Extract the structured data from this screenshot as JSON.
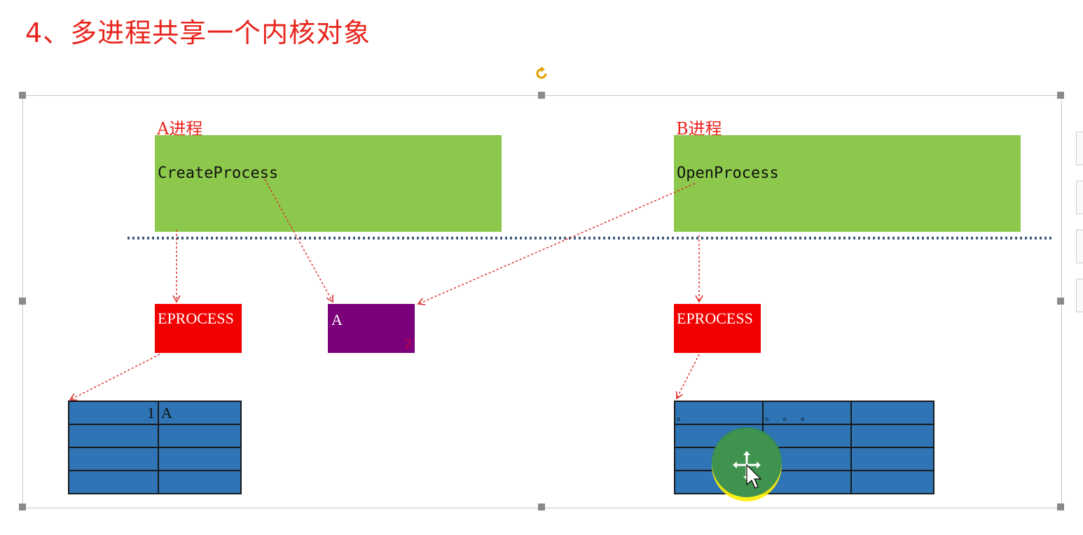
{
  "slide": {
    "title": "4、多进程共享一个内核对象"
  },
  "process_a": {
    "label": "A进程",
    "call": "CreateProcess",
    "eprocess": "EPROCESS",
    "handle_table": {
      "row0_left": "1",
      "row0_right": "A"
    }
  },
  "process_b": {
    "label": "B进程",
    "call": "OpenProcess",
    "eprocess": "EPROCESS",
    "handle_table": {
      "row0_col0": "。",
      "row0_col1": "。 。 。",
      "row2_col1": "A"
    }
  },
  "kernel_object": {
    "name": "A",
    "ref_count": "2"
  },
  "colors": {
    "title": "#e8241c",
    "process_label": "#e8241c",
    "user_box": "#8cc84b",
    "eprocess": "#f20000",
    "kernel_object": "#7b0079",
    "table_fill": "#2f75b5",
    "arrow": "#e03030",
    "separator": "#3b5a7a",
    "cursor_highlight": "#2e8b57"
  },
  "icons": {
    "rotate": "rotate-handle-icon",
    "cursor": "move-cursor-icon"
  }
}
